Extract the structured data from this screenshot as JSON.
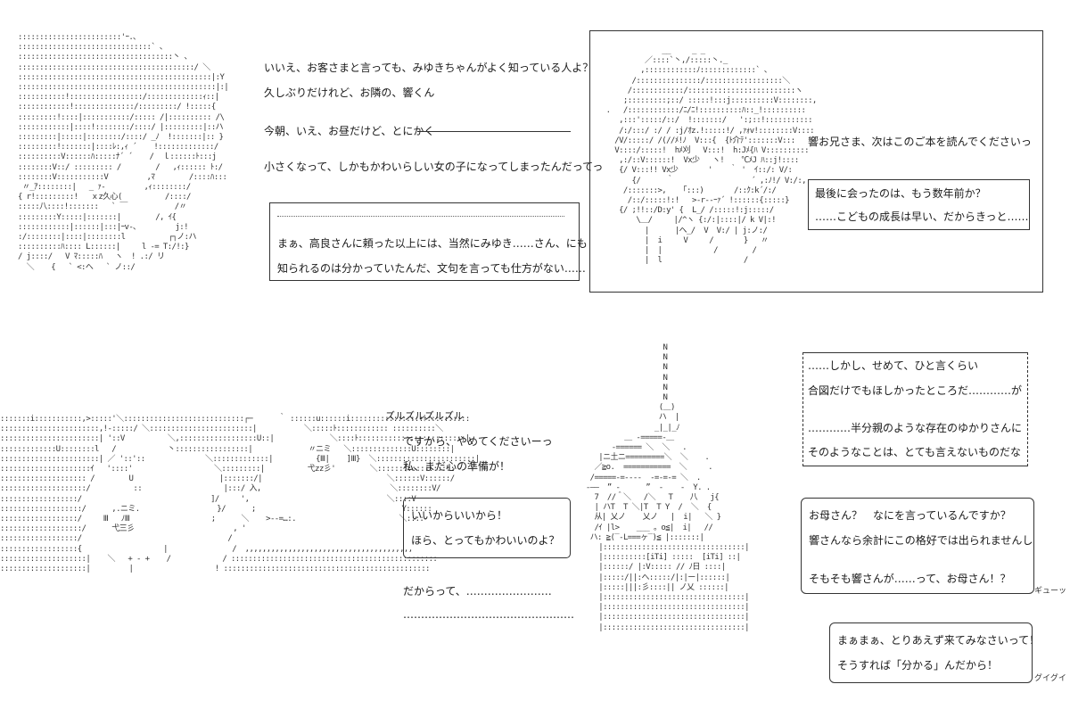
{
  "panel1": {
    "lines": [
      "いいえ、お客さまと言っても、みゆきちゃんがよく知っている人よ？",
      "久しぶりだけれど、お隣の、響くん",
      "今朝、いえ、お昼だけど、とにかく",
      "小さくなって、しかもかわいらしい女の子になってしまったんだってっ"
    ],
    "box_lines": [
      "まぁ、高良さんに頼った以上には、当然にみゆき……さん、にも",
      "知られるのは分かっていたんだ、文句を言っても仕方がない……"
    ]
  },
  "panel2": {
    "line": "響お兄さま、次はこのご本を読んでくださいっ",
    "box_lines": [
      "最後に会ったのは、もう数年前か？",
      "……こどもの成長は早い、だからきっと……"
    ]
  },
  "panel3": {
    "sfx": "ズルズルズルズル",
    "lines": [
      "ですから、やめてくださいーっ",
      "私、まだ心の準備が！"
    ],
    "bubble_lines": [
      "いいからいいから！",
      "ほら、とってもかわいいのよ？"
    ],
    "after_lines": [
      "だからって、……………………",
      "…………………………………………"
    ]
  },
  "panel4": {
    "box_lines": [
      "……しかし、せめて、ひと言くらい",
      "合図だけでもほしかったところだ…………が",
      "…………半分親のような存在のゆかりさんに",
      "そのようなことは、とても言えないものだな"
    ],
    "bubble1_lines": [
      "お母さん？　なにを言っているんですか？",
      "響さんなら余計にこの格好では出られませんし",
      "そもそも響さんが……って、お母さん！？"
    ],
    "bubble1_tag": "ギューッ",
    "bubble2_lines": [
      "まぁまぁ、とりあえず来てみなさいって！",
      "そうすれば「分かる」んだから！"
    ],
    "bubble2_tag": "グイグイ"
  }
}
